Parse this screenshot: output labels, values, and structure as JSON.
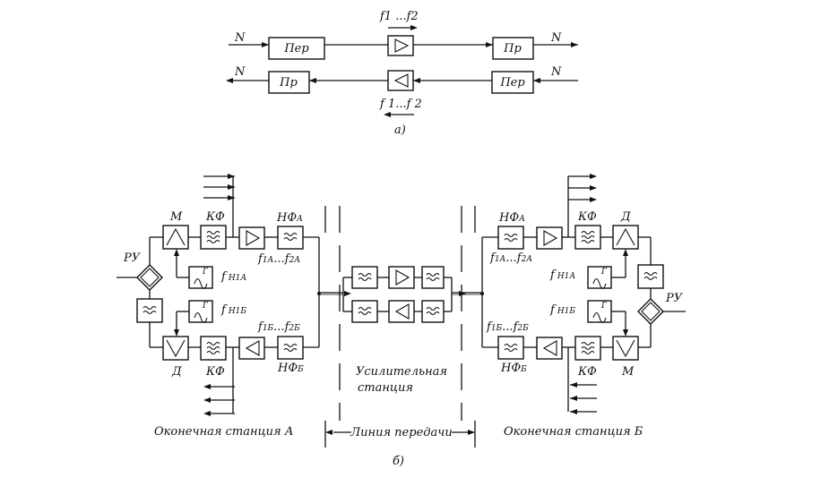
{
  "diagram_a": {
    "tx": "Пер",
    "rx": "Пр",
    "n": "N",
    "band_top": "f1 ...f2",
    "band_bottom": "f 1...f 2",
    "caption": "а)"
  },
  "diagram_b": {
    "station_a": {
      "ru": "РУ",
      "m": "М",
      "d": "Д",
      "kf_top": "КФ",
      "kf_bottom": "КФ",
      "g_top": "Г",
      "g_bottom": "Г",
      "fn1a": "f",
      "fn1a_sub": "Н1А",
      "fn1b": "f",
      "fn1b_sub": "Н1Б",
      "nf_top": "НФ",
      "nf_top_sub": "А",
      "nf_bottom": "НФ",
      "nf_bottom_sub": "Б",
      "band_top_f1": "f",
      "band_top_f1_sub": "1А",
      "band_top_dots": "...",
      "band_top_f2": "f",
      "band_top_f2_sub": "2А",
      "band_bottom_f1": "f",
      "band_bottom_f1_sub": "1Б",
      "band_bottom_dots": "...",
      "band_bottom_f2": "f",
      "band_bottom_f2_sub": "2Б",
      "caption": "Оконечная станция А"
    },
    "repeater": {
      "caption_line1": "Усилительная",
      "caption_line2": "станция"
    },
    "line_caption": "Линия передачи",
    "station_b": {
      "ru": "РУ",
      "m": "М",
      "d": "Д",
      "kf_top": "КФ",
      "kf_bottom": "КФ",
      "g_top": "Г",
      "g_bottom": "Г",
      "fn1a": "f",
      "fn1a_sub": "Н1А",
      "fn1b": "f",
      "fn1b_sub": "Н1Б",
      "nf_top": "НФ",
      "nf_top_sub": "А",
      "nf_bottom": "НФ",
      "nf_bottom_sub": "Б",
      "band_top_f1": "f",
      "band_top_f1_sub": "1А",
      "band_top_dots": "...",
      "band_top_f2": "f",
      "band_top_f2_sub": "2А",
      "band_bottom_f1": "f",
      "band_bottom_f1_sub": "1Б",
      "band_bottom_dots": "...",
      "band_bottom_f2": "f",
      "band_bottom_f2_sub": "2Б",
      "caption": "Оконечная станция Б"
    },
    "caption": "б)"
  }
}
